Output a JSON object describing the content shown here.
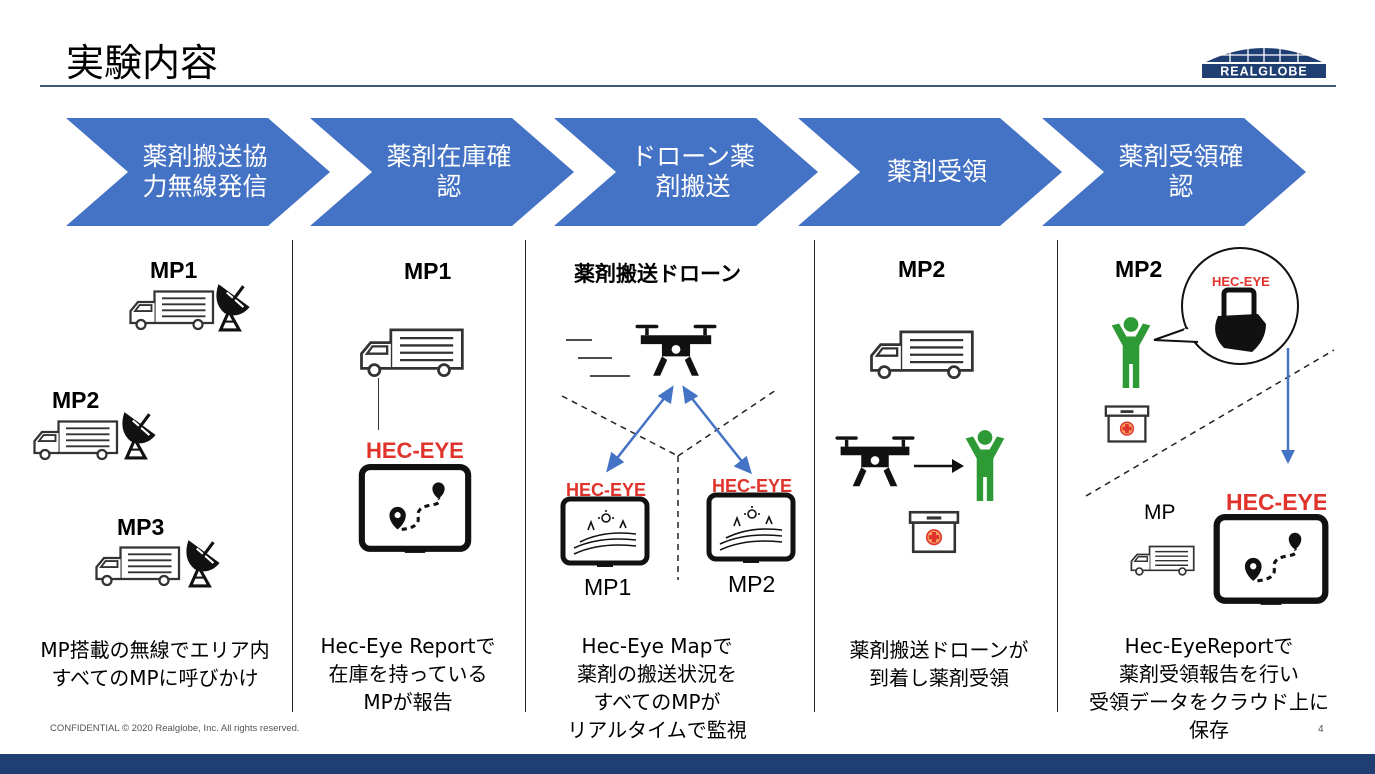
{
  "slide": {
    "title": "実験内容",
    "logo_text": "REALGLOBE",
    "footer": "CONFIDENTIAL © 2020 Realglobe, Inc. All rights reserved.",
    "page_number": "4"
  },
  "colors": {
    "chevron": "#4472c4",
    "footer_bar": "#1f3f73",
    "person": "#2e9a35",
    "hec_red": "#e0332c",
    "arrow_blue": "#4472c4"
  },
  "steps": [
    {
      "label": "薬剤搬送協\n力無線発信"
    },
    {
      "label": "薬剤在庫確\n認"
    },
    {
      "label": "ドローン薬\n剤搬送"
    },
    {
      "label": "薬剤受領"
    },
    {
      "label": "薬剤受領確\n認"
    }
  ],
  "col1": {
    "mp1": "MP1",
    "mp2": "MP2",
    "mp3": "MP3",
    "desc": "MP搭載の無線でエリア内\nすべてのMPに呼びかけ"
  },
  "col2": {
    "mp": "MP1",
    "hec_brand": "HEC-EYE",
    "desc": "Hec-Eye Reportで\n在庫を持っている\nMPが報告"
  },
  "col3": {
    "heading": "薬剤搬送ドローン",
    "left_mp": "MP1",
    "right_mp": "MP2",
    "hec_brand": "HEC-EYE",
    "desc": "Hec-Eye Mapで\n薬剤の搬送状況を\nすべてのMPが\nリアルタイムで監視"
  },
  "col4": {
    "mp": "MP2",
    "desc": "薬剤搬送ドローンが\n到着し薬剤受領"
  },
  "col5": {
    "mp": "MP2",
    "bottom_mp": "MP",
    "hec_brand": "HEC-EYE",
    "desc": "Hec-EyeReportで\n薬剤受領報告を行い\n受領データをクラウド上に\n保存"
  }
}
